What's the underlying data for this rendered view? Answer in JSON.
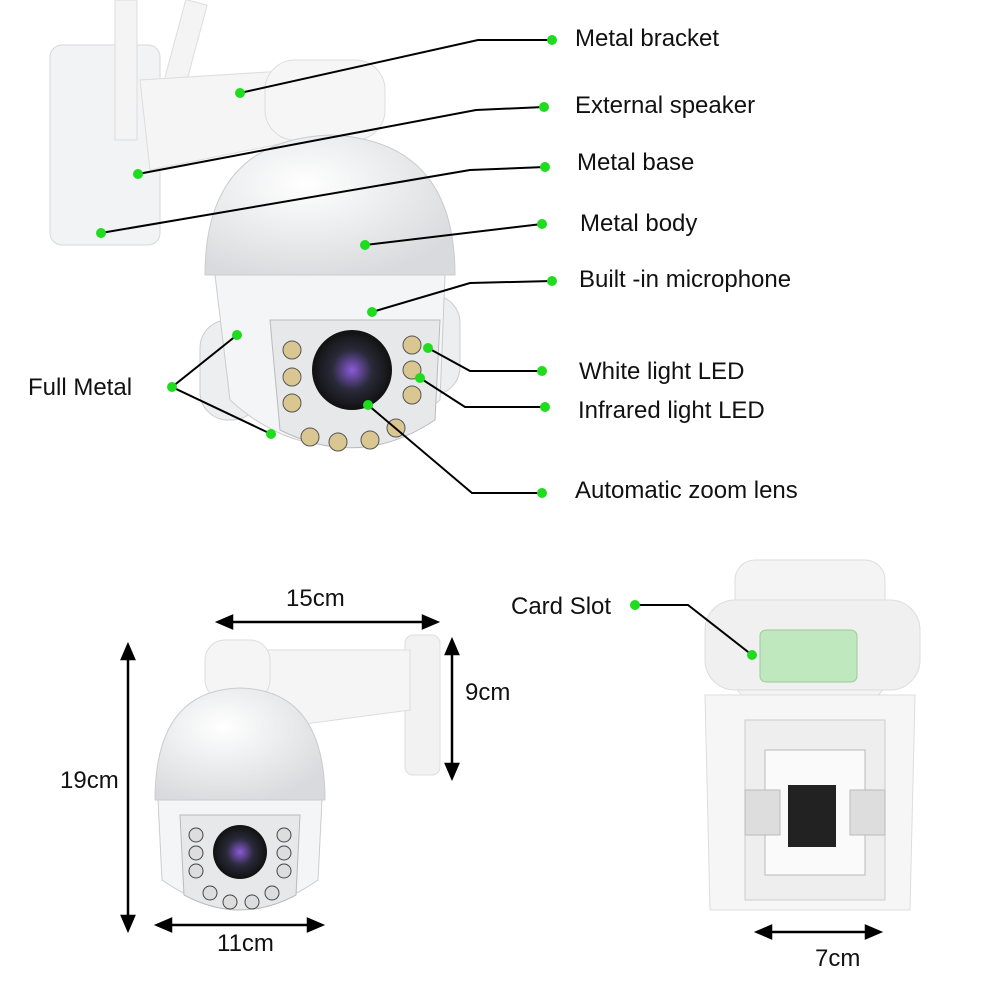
{
  "colors": {
    "dot": "#1fdc1f",
    "line": "#000000"
  },
  "labels": {
    "metal_bracket": "Metal bracket",
    "external_speaker": "External speaker",
    "metal_base": "Metal base",
    "metal_body": "Metal body",
    "built_in_microphone": "Built -in microphone",
    "white_light_led": "White light LED",
    "infrared_light_led": "Infrared light LED",
    "automatic_zoom_lens": "Automatic zoom lens",
    "full_metal": "Full Metal",
    "card_slot": "Card Slot"
  },
  "dimensions": {
    "bracket_length": "15cm",
    "bracket_height": "9cm",
    "total_height": "19cm",
    "body_width": "11cm",
    "back_width": "7cm"
  }
}
